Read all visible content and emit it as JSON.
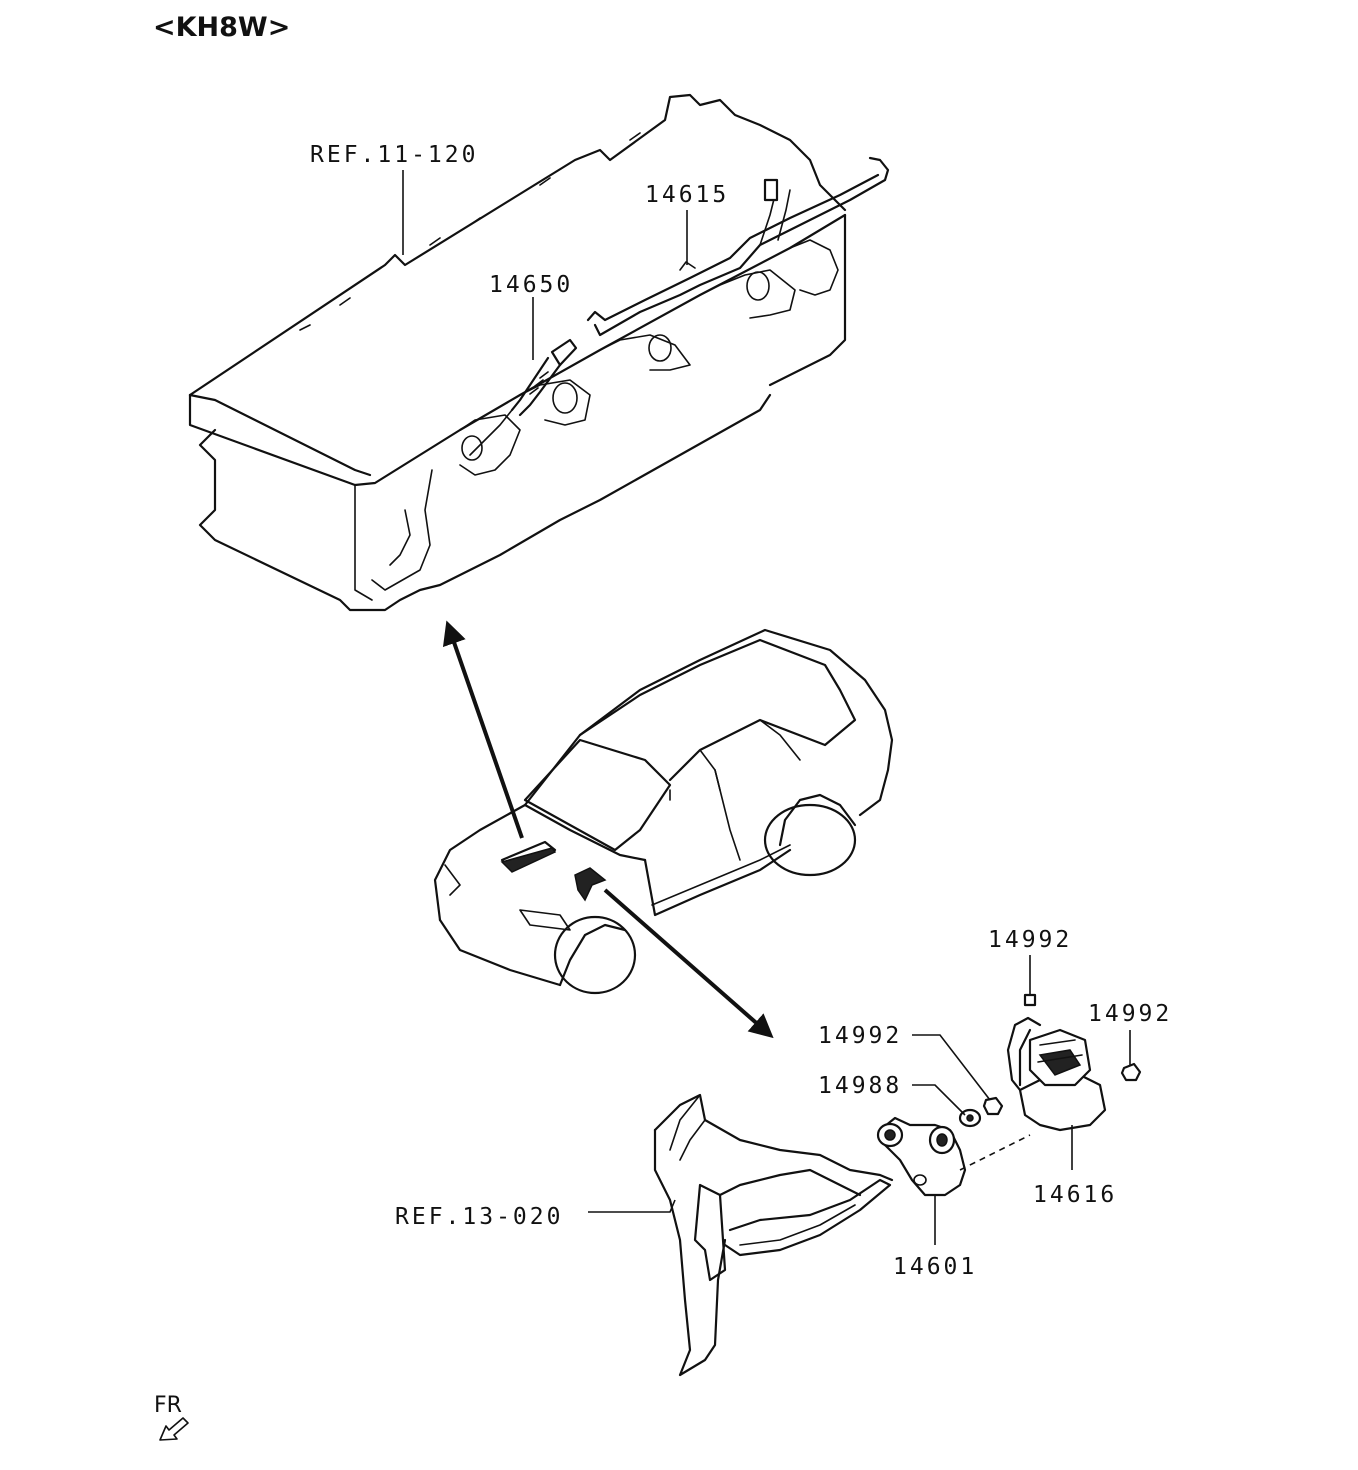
{
  "title": "<KH8W>",
  "direction_label": "FR",
  "labels": {
    "ref_11_120": "REF.11-120",
    "p14615": "14615",
    "p14650": "14650",
    "p14992_top": "14992",
    "p14992_right": "14992",
    "p14992_left": "14992",
    "p14988": "14988",
    "p14616": "14616",
    "ref_13_020": "REF.13-020",
    "p14601": "14601"
  }
}
